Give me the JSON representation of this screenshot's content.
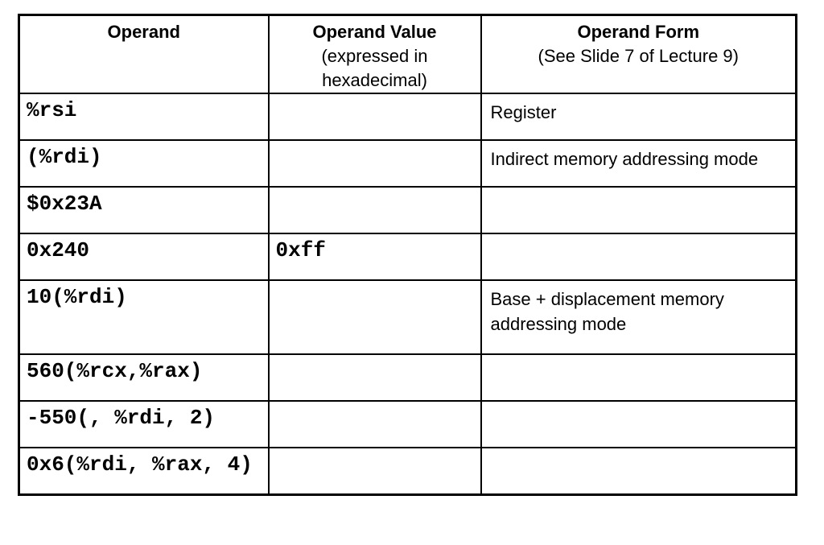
{
  "colors": {
    "background": "#ffffff",
    "border": "#000000",
    "text": "#000000"
  },
  "table": {
    "headers": [
      {
        "title": "Operand",
        "subtitle": ""
      },
      {
        "title": "Operand Value",
        "subtitle": "(expressed in\nhexadecimal)"
      },
      {
        "title": "Operand Form",
        "subtitle": "(See Slide 7 of Lecture 9)"
      }
    ],
    "rows": [
      {
        "operand": "%rsi",
        "value": "",
        "form": "Register"
      },
      {
        "operand": "(%rdi)",
        "value": "",
        "form": "Indirect memory addressing mode"
      },
      {
        "operand": "$0x23A",
        "value": "",
        "form": ""
      },
      {
        "operand": "0x240",
        "value": "0xff",
        "form": ""
      },
      {
        "operand": "10(%rdi)",
        "value": "",
        "form": "Base + displacement memory\naddressing mode"
      },
      {
        "operand": "560(%rcx,%rax)",
        "value": "",
        "form": ""
      },
      {
        "operand": "-550(, %rdi, 2)",
        "value": "",
        "form": ""
      },
      {
        "operand": "0x6(%rdi, %rax, 4)",
        "value": "",
        "form": ""
      }
    ]
  }
}
